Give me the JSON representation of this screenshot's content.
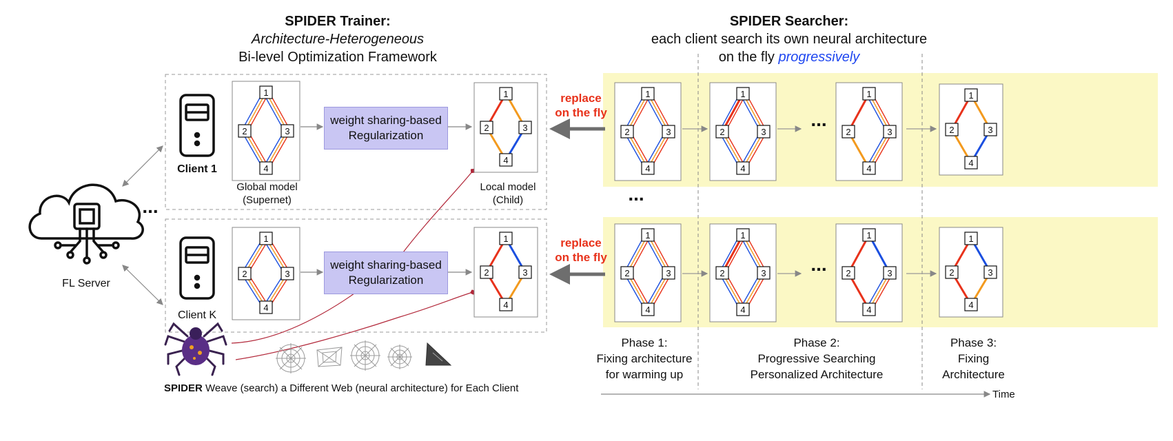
{
  "trainer": {
    "title": "SPIDER Trainer:",
    "subtitle1": "Architecture-Heterogeneous",
    "subtitle2": "Bi-level Optimization Framework"
  },
  "searcher": {
    "title": "SPIDER Searcher:",
    "line1": "each client search its own neural architecture",
    "line2_prefix": "on the fly",
    "line2_emph": "progressively"
  },
  "clients": [
    {
      "label": "Client 1",
      "global_model": "Global model",
      "global_sub": "(Supernet)",
      "local_model": "Local model",
      "local_sub": "(Child)"
    },
    {
      "label": "Client K"
    }
  ],
  "regularization": {
    "line1": "weight sharing-based",
    "line2": "Regularization"
  },
  "replace": {
    "line1": "replace",
    "line2": "on the fly"
  },
  "server": {
    "label": "FL Server"
  },
  "ellipsis": "...",
  "node_labels": [
    "1",
    "2",
    "3",
    "4"
  ],
  "caption": {
    "bold": "SPIDER",
    "rest": " Weave (search) a Different Web (neural architecture) for Each Client"
  },
  "phases": [
    {
      "line1": "Phase 1:",
      "line2": "Fixing architecture",
      "line3": "for warming up"
    },
    {
      "line1": "Phase 2:",
      "line2": "Progressive Searching",
      "line3": "Personalized Architecture"
    },
    {
      "line1": "Phase 3:",
      "line2": "Fixing",
      "line3": "Architecture"
    }
  ],
  "time_label": "Time",
  "colors": {
    "red": "#e8321b",
    "orange": "#f39a1e",
    "blue": "#1b4fe0",
    "highlight": "#fbf8c5",
    "reg_box": "#c9c6f3",
    "emph": "#1e46f0",
    "link": "#b2283a"
  }
}
